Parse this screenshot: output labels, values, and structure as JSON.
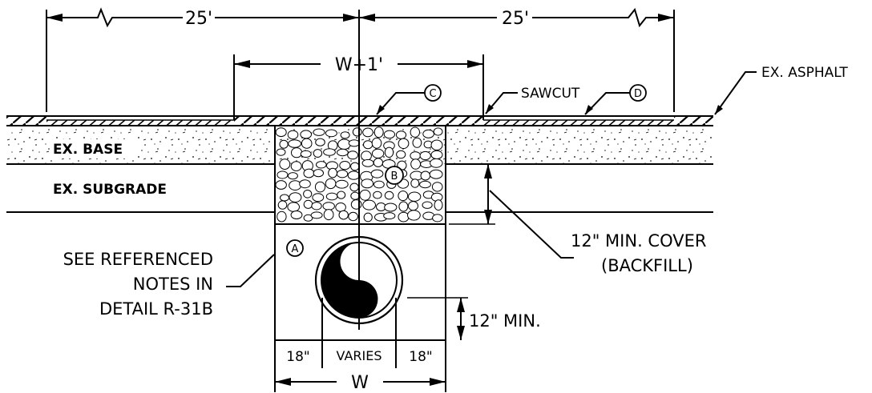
{
  "dimensions": {
    "left_span": "25'",
    "right_span": "25'",
    "trench_plus": "W+1'",
    "left_offset": "18\"",
    "pipe_width": "VARIES",
    "right_offset": "18\"",
    "trench_width": "W"
  },
  "layers": {
    "base": "EX. BASE",
    "subgrade": "EX. SUBGRADE",
    "asphalt": "EX. ASPHALT",
    "sawcut": "SAWCUT"
  },
  "callouts": {
    "a": "A",
    "b": "B",
    "c": "C",
    "d": "D"
  },
  "notes": {
    "reference_line1": "SEE REFERENCED",
    "reference_line2": "NOTES IN",
    "reference_line3": "DETAIL R-31B",
    "cover_line1": "12\" MIN. COVER",
    "cover_line2": "(BACKFILL)",
    "min_bedding": "12\" MIN."
  }
}
